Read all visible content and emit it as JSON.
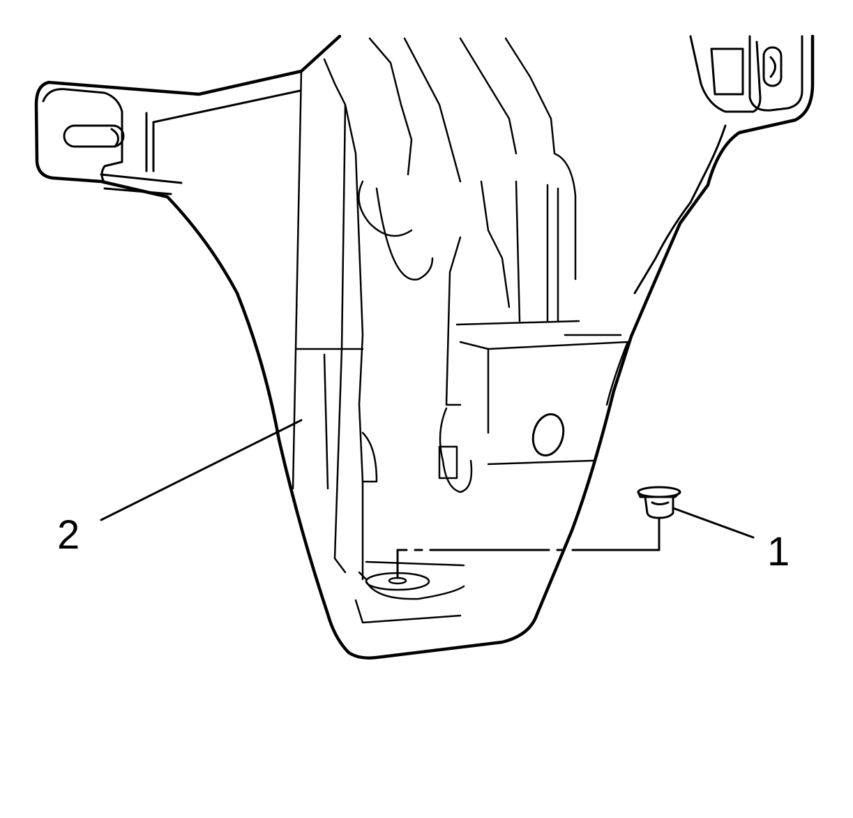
{
  "callouts": [
    {
      "number": "1",
      "part": "fastener-nut"
    },
    {
      "number": "2",
      "part": "bracket-panel"
    }
  ],
  "colors": {
    "line": "#000000",
    "background": "#ffffff"
  }
}
